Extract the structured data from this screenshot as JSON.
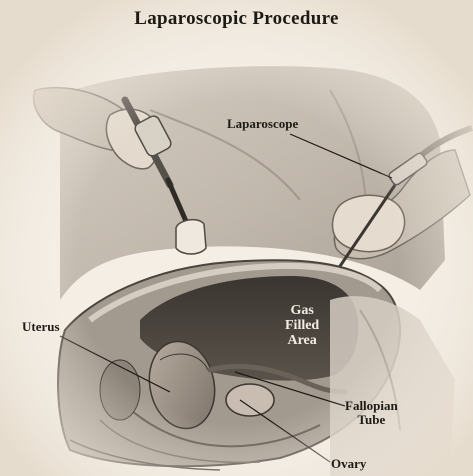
{
  "title": "Laparoscopic Procedure",
  "labels": {
    "laparoscope": "Laparoscope",
    "uterus": "Uterus",
    "gas_area": "Gas\nFilled\nArea",
    "fallopian_tube": "Fallopian\nTube",
    "ovary": "Ovary"
  }
}
